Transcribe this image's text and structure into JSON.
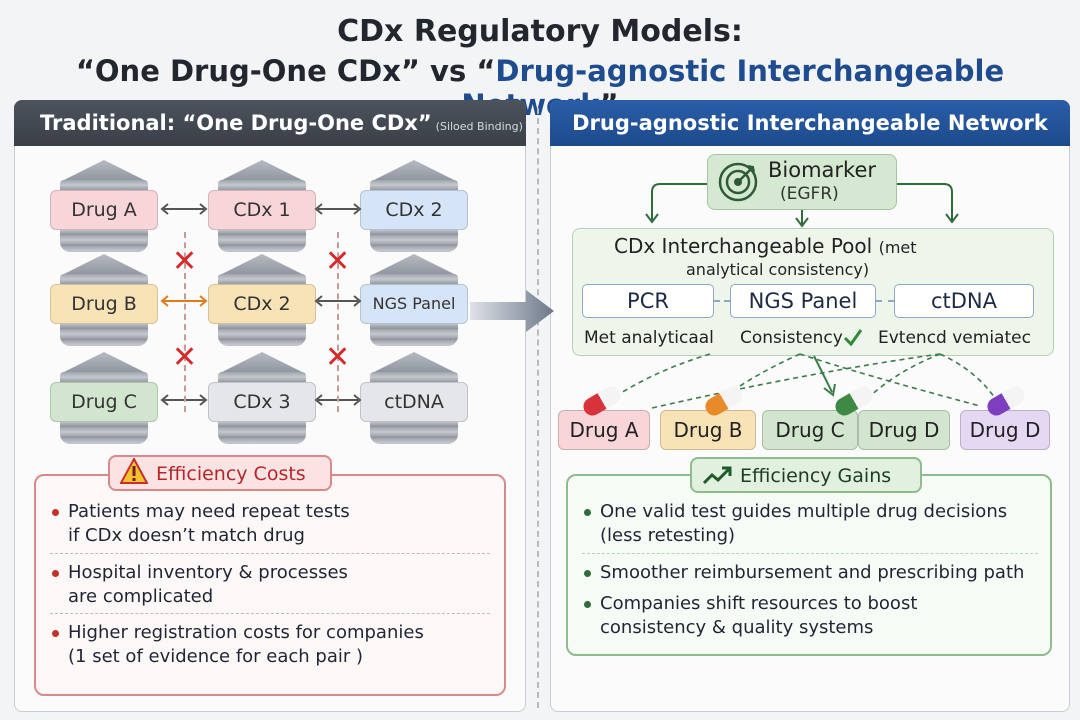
{
  "title": {
    "line1": "CDx Regulatory Models:",
    "line2_part1": "“One Drug-One CDx” vs “",
    "line2_part2": "Drug-agnostic Interchangeable Network",
    "line2_part3": "”"
  },
  "left": {
    "header": "Traditional: “One Drug-One CDx”",
    "header_note": "(Siloed Binding)",
    "silos": {
      "drug_a": "Drug A",
      "cdx1": "CDx 1",
      "cdx2_top": "CDx 2",
      "drug_b": "Drug B",
      "cdx2_mid": "CDx 2",
      "ngs_panel": "NGS Panel",
      "drug_c": "Drug C",
      "cdx3": "CDx 3",
      "ctdna": "ctDNA"
    },
    "costs": {
      "heading": "Efficiency Costs",
      "items": [
        {
          "line1": "Patients may need repeat tests",
          "line2": "if CDx doesn’t match drug"
        },
        {
          "line1": "Hospital inventory & processes",
          "line2": "are complicated"
        },
        {
          "line1": "Higher registration costs for companies",
          "line2": "(1 set of evidence for each pair )"
        }
      ]
    }
  },
  "right": {
    "header": "Drug-agnostic Interchangeable Network",
    "biomarker": {
      "title": "Biomarker",
      "sub": "(EGFR)"
    },
    "pool": {
      "title": "CDx Interchangeable Pool",
      "title_note": "(met",
      "sub": "analytical consistency)",
      "tests": [
        "PCR",
        "NGS Panel",
        "ctDNA"
      ],
      "consistency_a": "Met analyticaal",
      "consistency_b": "Consistency",
      "consistency_c": "Evtencd vemiatec"
    },
    "drugs": [
      "Drug A",
      "Drug B",
      "Drug C",
      "Drug D",
      "Drug D"
    ],
    "gains": {
      "heading": "Efficiency Gains",
      "items": [
        {
          "line1": "One valid test guides multiple drug decisions",
          "line2": "(less retesting)"
        },
        {
          "line1": "Smoother reimbursement and prescribing path",
          "line2": ""
        },
        {
          "line1": "Companies shift resources to boost",
          "line2": "consistency & quality systems"
        }
      ]
    }
  },
  "colors": {
    "left_header": "#3a3f48",
    "right_header": "#1d4a8c",
    "cost_accent": "#d42a2a",
    "gain_accent": "#3d8a3c"
  }
}
